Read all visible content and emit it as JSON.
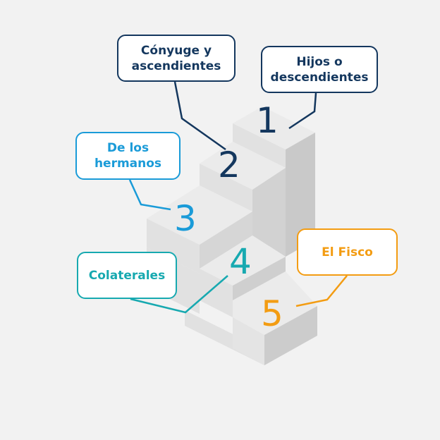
{
  "colors": {
    "level_1": "#14375e",
    "level_2": "#14375e",
    "level_3": "#1a9bd8",
    "level_4": "#17a9b0",
    "level_5": "#f39c12"
  },
  "levels": [
    {
      "number": "1",
      "label": "Hijos o\ndescendientes"
    },
    {
      "number": "2",
      "label": "Cónyuge y\nascendientes"
    },
    {
      "number": "3",
      "label": "De los\nhermanos"
    },
    {
      "number": "4",
      "label": "Colaterales"
    },
    {
      "number": "5",
      "label": "El Fisco"
    }
  ]
}
